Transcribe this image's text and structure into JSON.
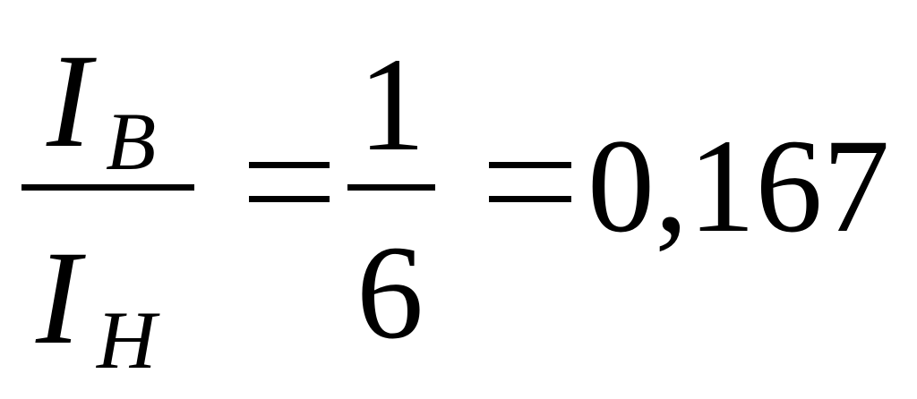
{
  "formula": {
    "left_fraction": {
      "numerator": {
        "symbol": "I",
        "subscript": "B"
      },
      "denominator": {
        "symbol": "I",
        "subscript": "H"
      }
    },
    "equals_1": "=",
    "middle_fraction": {
      "numerator": "1",
      "denominator": "6"
    },
    "equals_2": "=",
    "result": "0,167"
  }
}
